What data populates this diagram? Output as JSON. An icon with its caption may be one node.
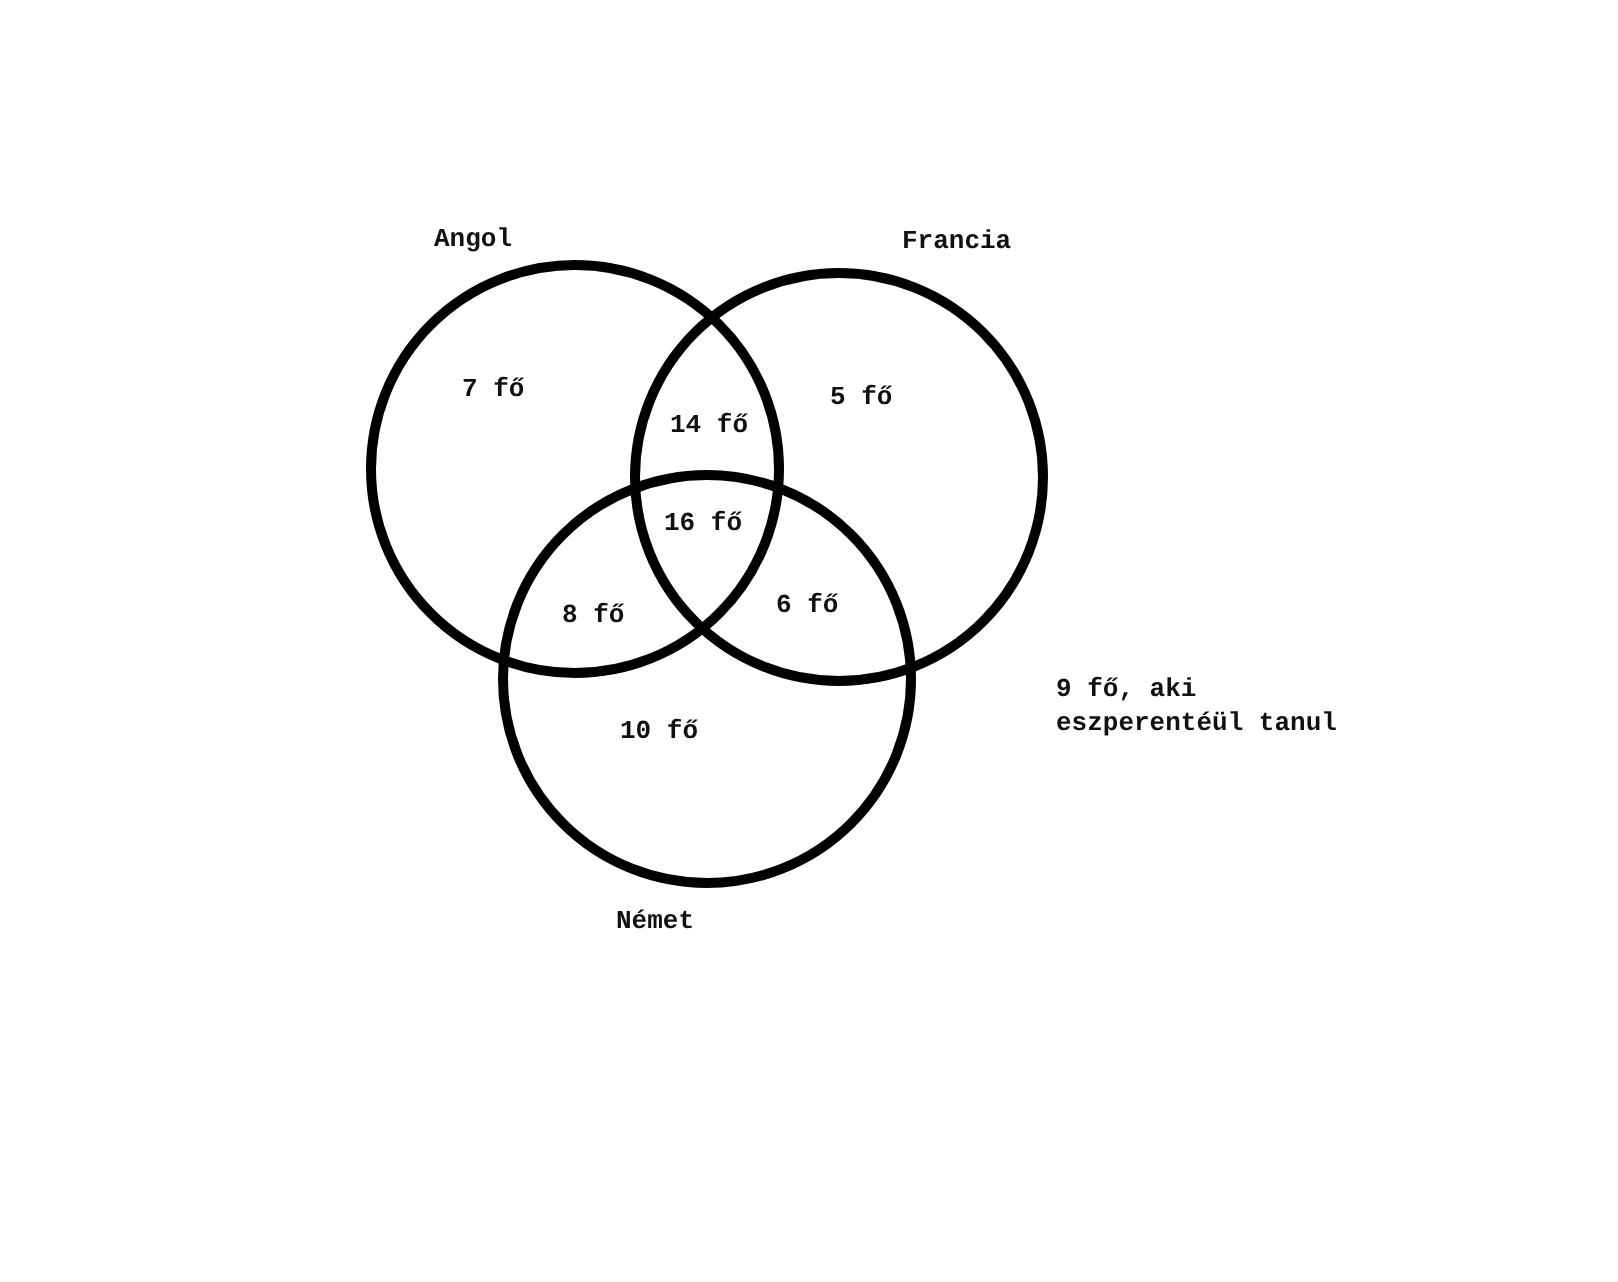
{
  "diagram": {
    "nodes": [
      {
        "text": [
          "Angol"
        ]
      },
      {
        "text": [
          "Francia"
        ]
      },
      {
        "text": [
          "Német"
        ]
      }
    ],
    "edges": [],
    "labels": [
      "7 fő",
      "14 fő",
      "5 fő",
      "16 fő",
      "8 fő",
      "6 fő",
      "10 fő",
      "9 fő, aki eszperentéül tanul"
    ]
  }
}
